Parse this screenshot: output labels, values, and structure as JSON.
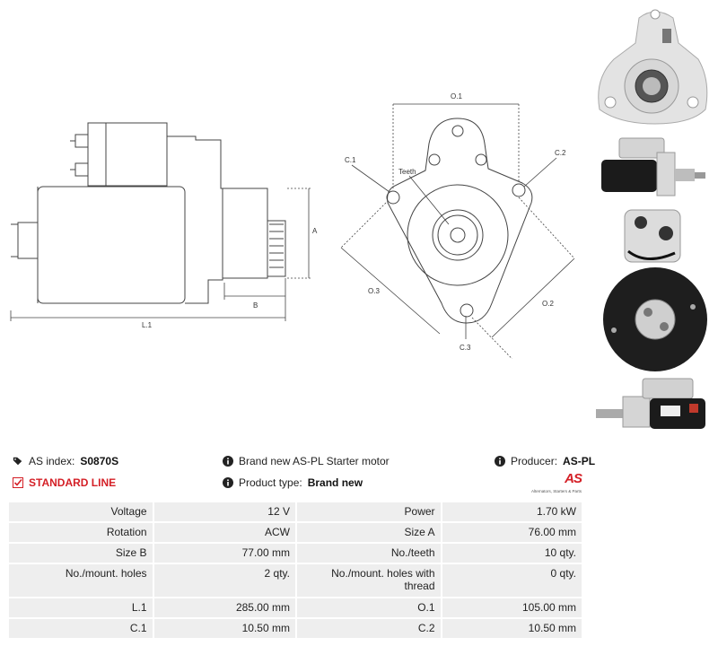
{
  "drawing": {
    "side_labels": {
      "A": "A",
      "B": "B",
      "L1": "L.1"
    },
    "front_labels": {
      "O1": "O.1",
      "O2": "O.2",
      "O3": "O.3",
      "C1": "C.1",
      "C2": "C.2",
      "C3": "C.3",
      "teeth": "Teeth"
    }
  },
  "info": {
    "as_index_label": "AS index:",
    "as_index_value": "S0870S",
    "line_label": "STANDARD LINE",
    "description": "Brand new AS-PL Starter motor",
    "product_type_label": "Product type:",
    "product_type_value": "Brand new",
    "producer_label": "Producer:",
    "producer_value": "AS-PL",
    "logo_mark": "AS",
    "logo_tagline": "Alternators, Starters & Parts"
  },
  "icons": [
    "tag-icon",
    "checkbox-icon",
    "info-icon"
  ],
  "colors": {
    "accent_red": "#d41f26",
    "cell_bg": "#eeeeee"
  },
  "specs": [
    {
      "k1": "Voltage",
      "v1": "12 V",
      "k2": "Power",
      "v2": "1.70 kW"
    },
    {
      "k1": "Rotation",
      "v1": "ACW",
      "k2": "Size A",
      "v2": "76.00 mm"
    },
    {
      "k1": "Size B",
      "v1": "77.00 mm",
      "k2": "No./teeth",
      "v2": "10 qty."
    },
    {
      "k1": "No./mount. holes",
      "v1": "2 qty.",
      "k2": "No./mount. holes with thread",
      "v2": "0 qty."
    },
    {
      "k1": "L.1",
      "v1": "285.00 mm",
      "k2": "O.1",
      "v2": "105.00 mm"
    },
    {
      "k1": "C.1",
      "v1": "10.50 mm",
      "k2": "C.2",
      "v2": "10.50 mm"
    }
  ]
}
